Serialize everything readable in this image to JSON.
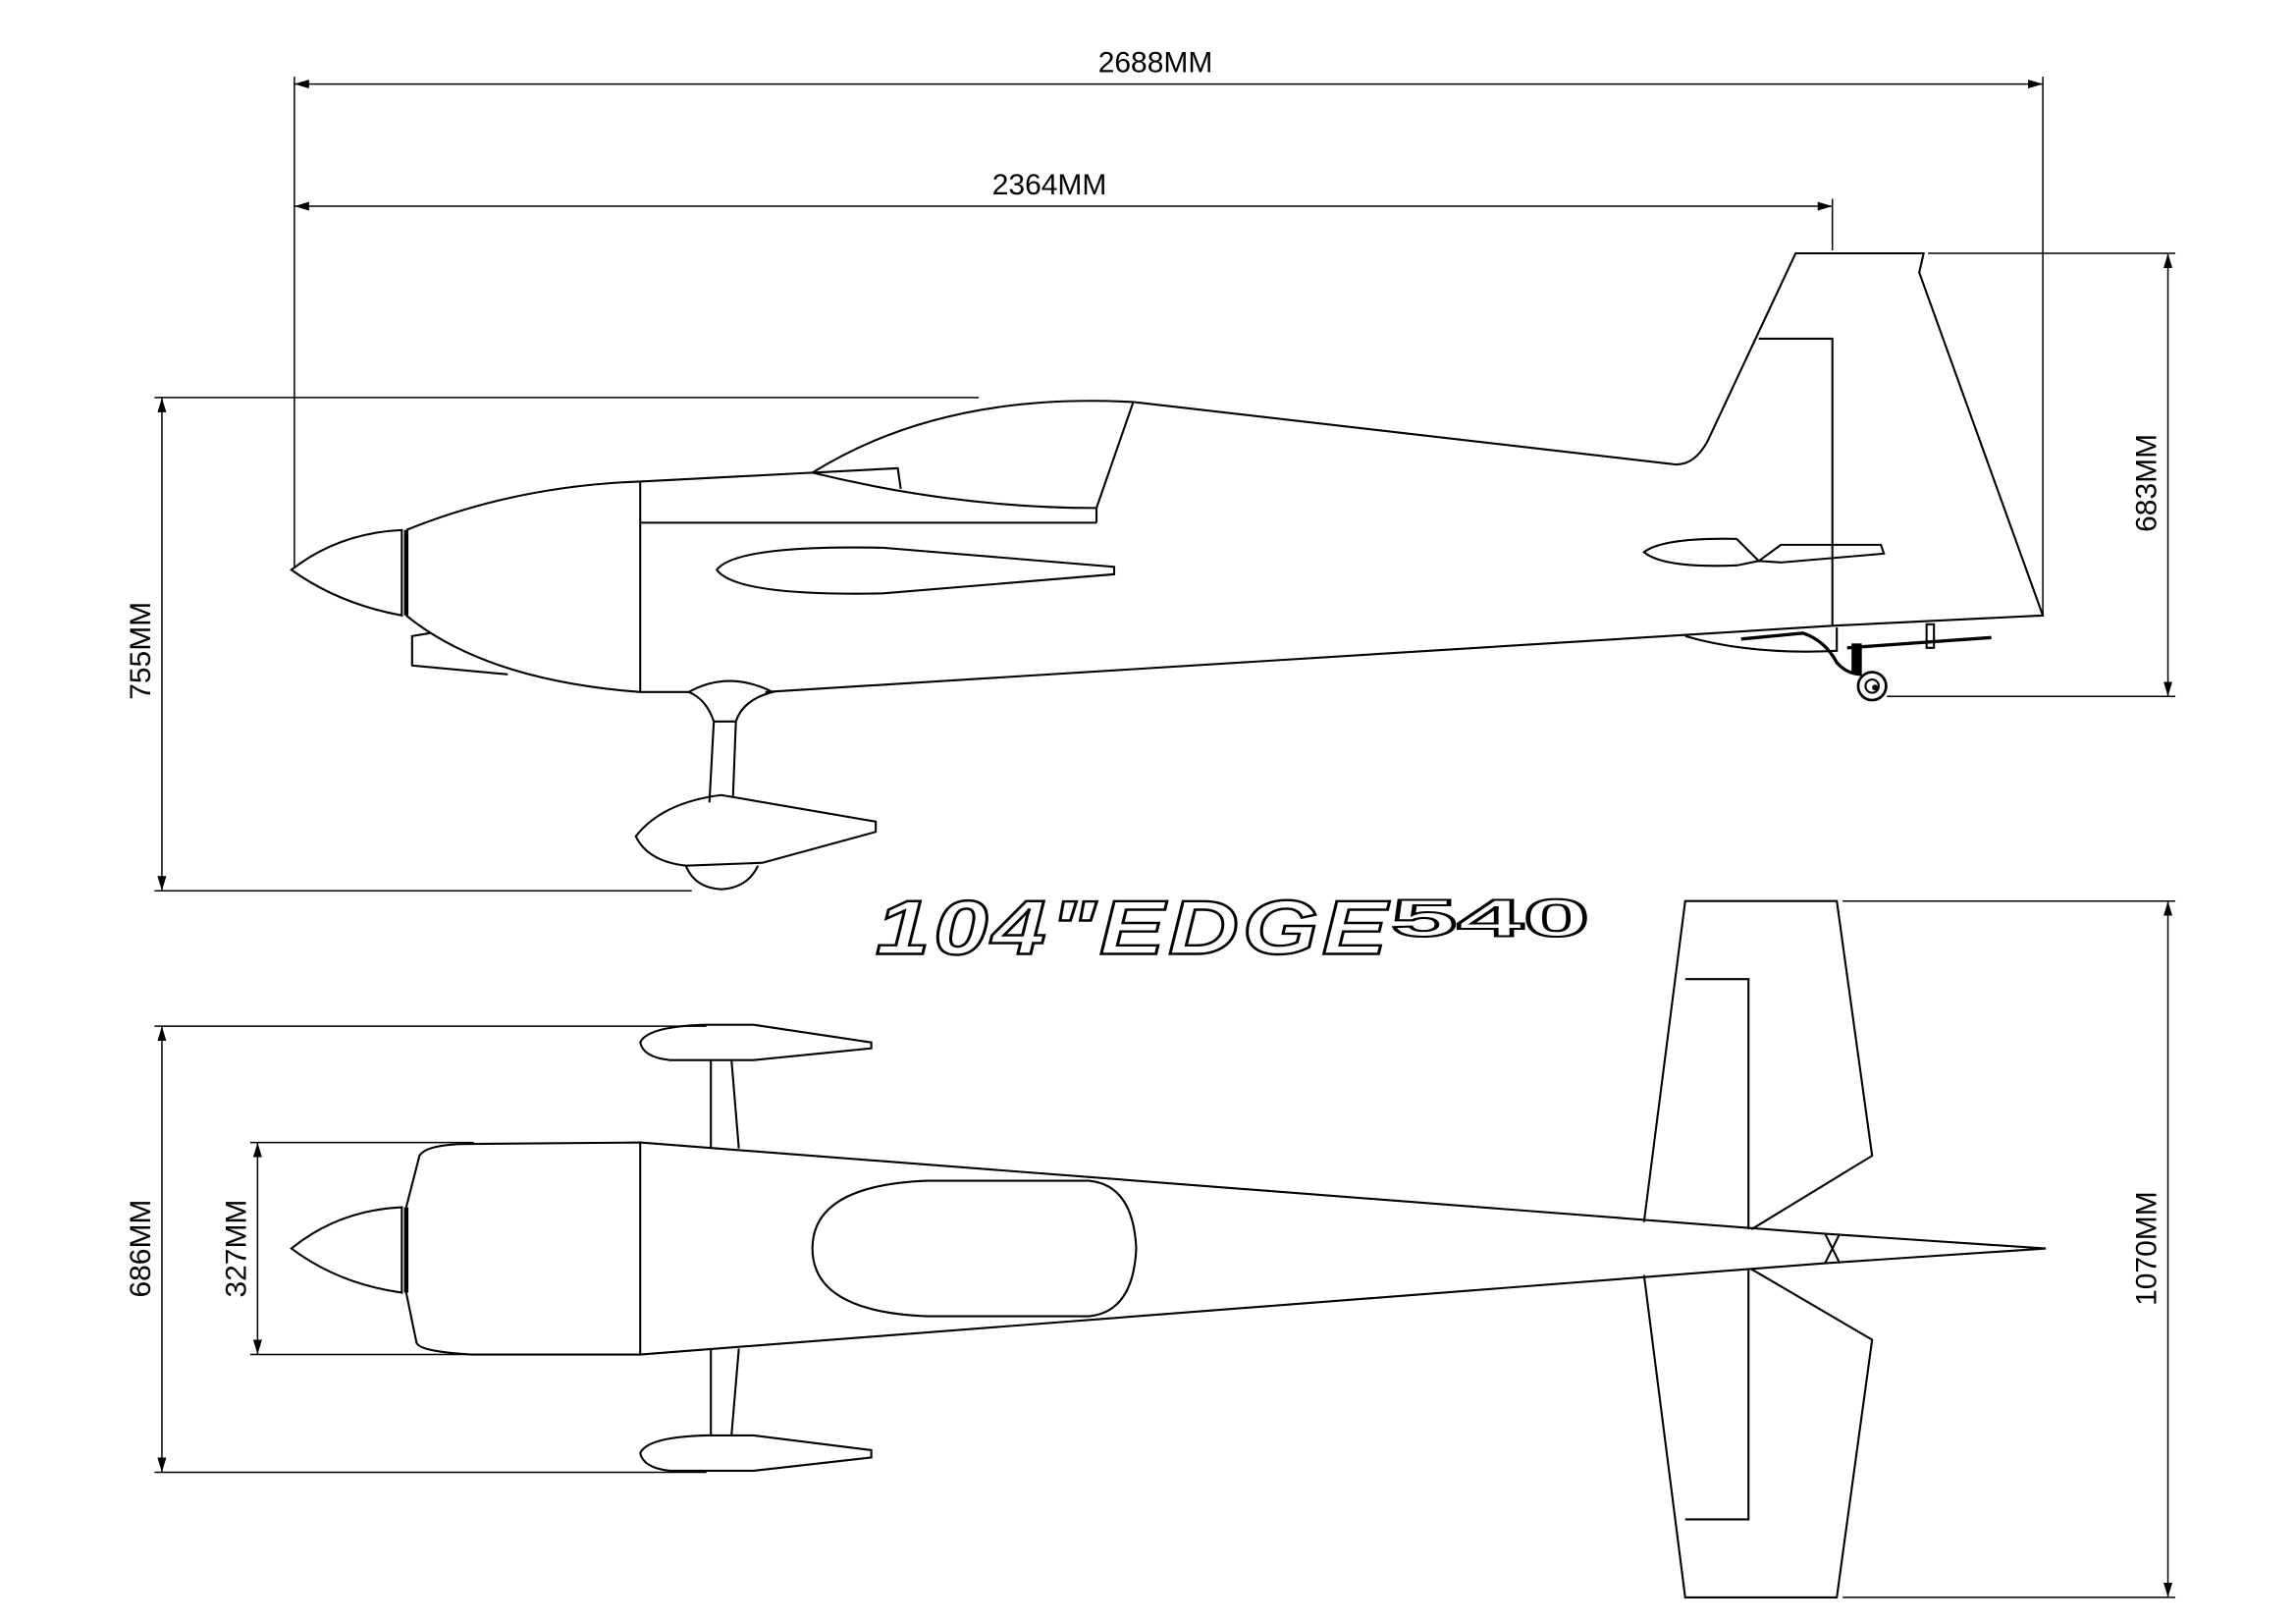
{
  "title": {
    "model": "104\"EDGE",
    "suffix": "540"
  },
  "dimensions": {
    "overall_length": "2688MM",
    "fuselage_length": "2364MM",
    "overall_height": "755MM",
    "tail_height": "683MM",
    "gear_track": "686MM",
    "fuselage_width": "327MM",
    "stab_span": "1070MM"
  }
}
